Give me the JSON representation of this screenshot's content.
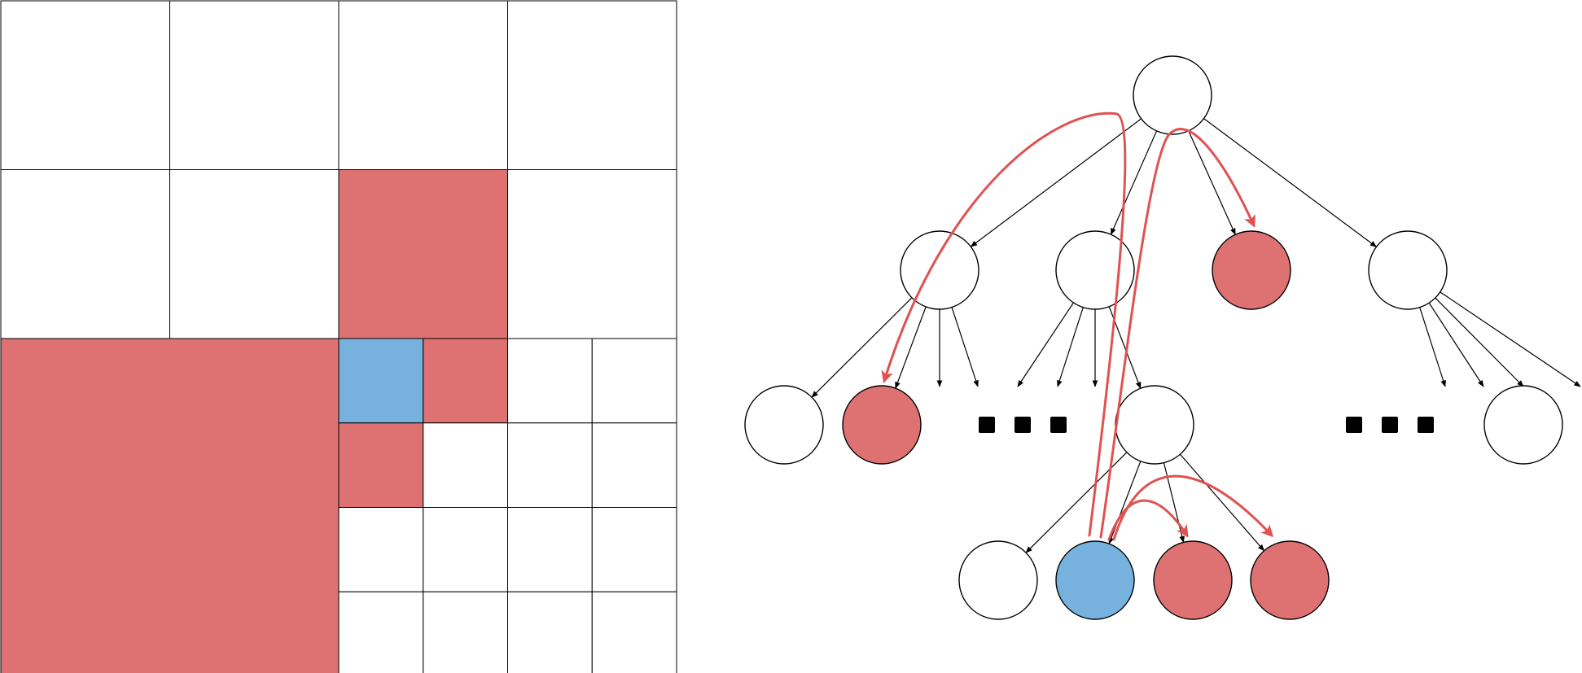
{
  "colors": {
    "neighbor": "#de7272",
    "query": "#77b2de",
    "empty": "#ffffff",
    "stroke": "#000000",
    "arrow": "#e05252",
    "dots": "#000000"
  },
  "grid": {
    "cells": [
      {
        "level": 1,
        "row": 0,
        "col": 0,
        "state": "empty"
      },
      {
        "level": 2,
        "row": 0,
        "col": 0,
        "state": "empty"
      },
      {
        "level": 2,
        "row": 0,
        "col": 1,
        "state": "empty"
      },
      {
        "level": 2,
        "row": 1,
        "col": 0,
        "state": "empty"
      },
      {
        "level": 2,
        "row": 1,
        "col": 1,
        "state": "empty"
      },
      {
        "level": 2,
        "row": 0,
        "col": 2,
        "state": "empty"
      },
      {
        "level": 2,
        "row": 0,
        "col": 3,
        "state": "empty"
      },
      {
        "level": 2,
        "row": 1,
        "col": 2,
        "state": "neighbor"
      },
      {
        "level": 2,
        "row": 1,
        "col": 3,
        "state": "empty"
      },
      {
        "level": 1,
        "row": 1,
        "col": 0,
        "state": "neighbor"
      },
      {
        "level": 3,
        "row": 4,
        "col": 4,
        "state": "query"
      },
      {
        "level": 3,
        "row": 4,
        "col": 5,
        "state": "neighbor"
      },
      {
        "level": 3,
        "row": 5,
        "col": 4,
        "state": "neighbor"
      },
      {
        "level": 3,
        "row": 5,
        "col": 5,
        "state": "empty"
      },
      {
        "level": 3,
        "row": 4,
        "col": 6,
        "state": "empty"
      },
      {
        "level": 3,
        "row": 4,
        "col": 7,
        "state": "empty"
      },
      {
        "level": 3,
        "row": 5,
        "col": 6,
        "state": "empty"
      },
      {
        "level": 3,
        "row": 5,
        "col": 7,
        "state": "empty"
      },
      {
        "level": 3,
        "row": 6,
        "col": 4,
        "state": "empty"
      },
      {
        "level": 3,
        "row": 6,
        "col": 5,
        "state": "empty"
      },
      {
        "level": 3,
        "row": 7,
        "col": 4,
        "state": "empty"
      },
      {
        "level": 3,
        "row": 7,
        "col": 5,
        "state": "empty"
      },
      {
        "level": 3,
        "row": 6,
        "col": 6,
        "state": "empty"
      },
      {
        "level": 3,
        "row": 6,
        "col": 7,
        "state": "empty"
      },
      {
        "level": 3,
        "row": 7,
        "col": 6,
        "state": "empty"
      },
      {
        "level": 3,
        "row": 7,
        "col": 7,
        "state": "empty"
      }
    ]
  },
  "tree": {
    "nodes": [
      {
        "id": "root",
        "state": "empty"
      },
      {
        "id": "n1",
        "state": "empty"
      },
      {
        "id": "n2",
        "state": "empty"
      },
      {
        "id": "n3",
        "state": "neighbor"
      },
      {
        "id": "n4",
        "state": "empty"
      },
      {
        "id": "n1a",
        "state": "empty"
      },
      {
        "id": "n1b",
        "state": "neighbor"
      },
      {
        "id": "n2d",
        "state": "empty"
      },
      {
        "id": "n4d",
        "state": "empty"
      },
      {
        "id": "leaf0",
        "state": "empty"
      },
      {
        "id": "leaf1",
        "state": "query"
      },
      {
        "id": "leaf2",
        "state": "neighbor"
      },
      {
        "id": "leaf3",
        "state": "neighbor"
      }
    ],
    "edges": [
      [
        "root",
        "n1"
      ],
      [
        "root",
        "n2"
      ],
      [
        "root",
        "n3"
      ],
      [
        "root",
        "n4"
      ],
      [
        "n1",
        "n1a"
      ],
      [
        "n1",
        "n1b"
      ],
      [
        "n1",
        "stub_n1_3"
      ],
      [
        "n1",
        "stub_n1_4"
      ],
      [
        "n2",
        "stub_n2_1"
      ],
      [
        "n2",
        "stub_n2_2"
      ],
      [
        "n2",
        "stub_n2_3"
      ],
      [
        "n2",
        "n2d"
      ],
      [
        "n4",
        "stub_n4_1"
      ],
      [
        "n4",
        "stub_n4_2"
      ],
      [
        "n4",
        "stub_n4_3"
      ],
      [
        "n4",
        "stub_n4_4"
      ],
      [
        "n2d",
        "leaf0"
      ],
      [
        "n2d",
        "leaf1"
      ],
      [
        "n2d",
        "leaf2"
      ],
      [
        "n2d",
        "leaf3"
      ]
    ],
    "ellipses": [
      {
        "id": "ellipsis-left",
        "count": 3
      },
      {
        "id": "ellipsis-right",
        "count": 3
      }
    ],
    "traversal_arrows": [
      {
        "from": "leaf1",
        "to": "leaf2"
      },
      {
        "from": "leaf1",
        "to": "leaf3"
      },
      {
        "from": "leaf1",
        "to": "n3"
      },
      {
        "from": "leaf1",
        "to": "n1b"
      }
    ]
  }
}
